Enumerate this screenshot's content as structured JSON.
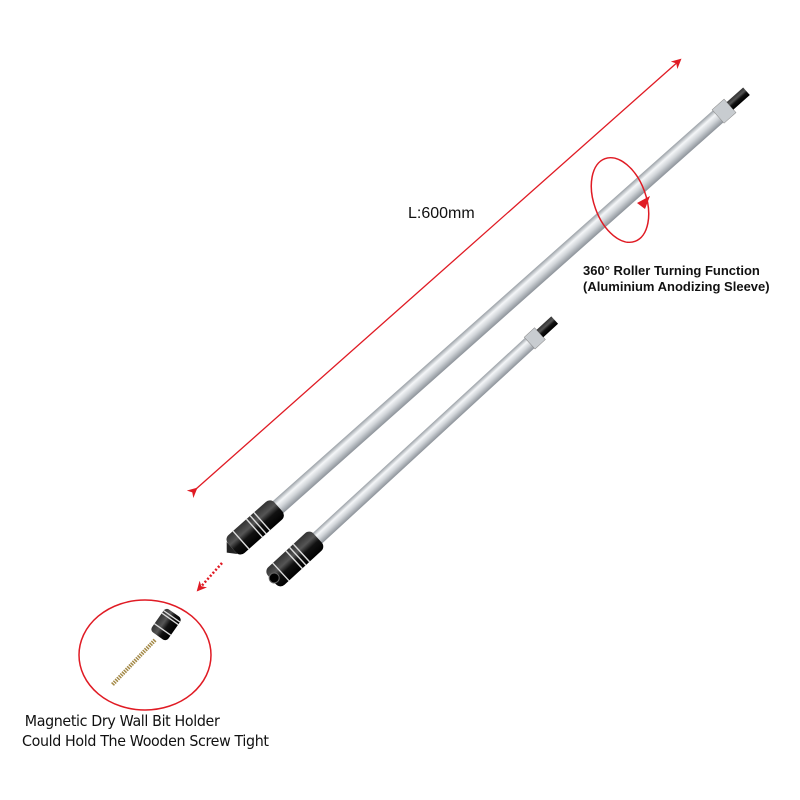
{
  "length_label": "L:600mm",
  "roller_label": {
    "line1": "360° Roller Turning Function",
    "line2": "(Aluminium Anodizing Sleeve)"
  },
  "magnet_label": {
    "line1": "Magnetic Dry Wall Bit Holder",
    "line2": "Could Hold The Wooden Screw Tight"
  },
  "colors": {
    "accent": "#e01b24",
    "sleeve": "#d4d8dc",
    "handle": "#151515"
  }
}
